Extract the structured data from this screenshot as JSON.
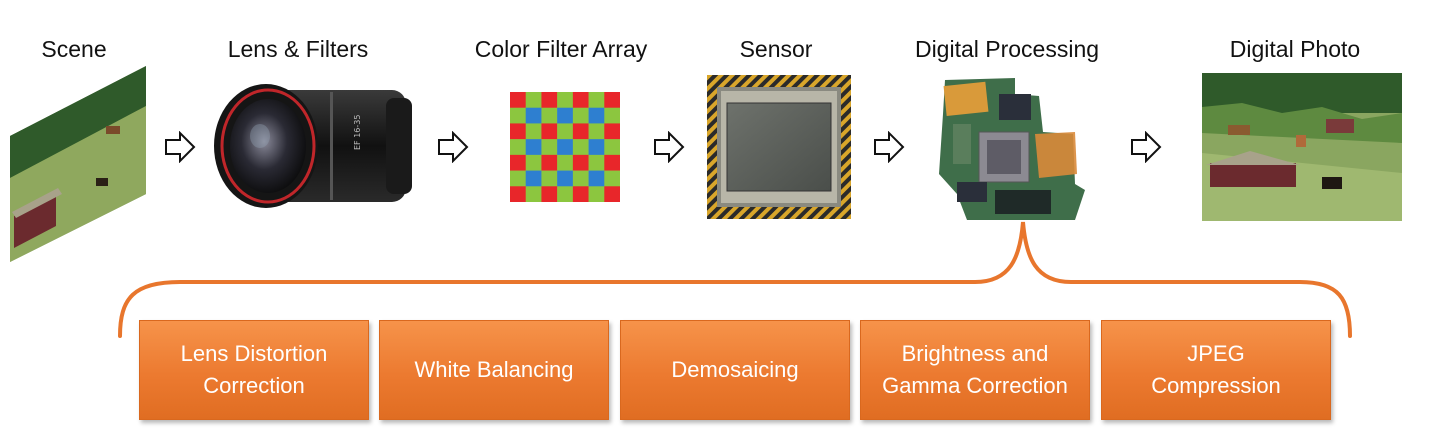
{
  "stages": [
    {
      "label": "Scene"
    },
    {
      "label": "Lens & Filters"
    },
    {
      "label": "Color Filter Array"
    },
    {
      "label": "Sensor"
    },
    {
      "label": "Digital Processing"
    },
    {
      "label": "Digital Photo"
    }
  ],
  "processing_steps": [
    {
      "label": "Lens Distortion\nCorrection"
    },
    {
      "label": "White Balancing"
    },
    {
      "label": "Demosaicing"
    },
    {
      "label": "Brightness and\nGamma Correction"
    },
    {
      "label": "JPEG\nCompression"
    }
  ],
  "colors": {
    "accent": "#e8762d",
    "step_fill": "#ec7a30",
    "cfa_red": "#e8262a",
    "cfa_green": "#8cc63f",
    "cfa_blue": "#2e7fd0"
  },
  "icons": [
    "scene-photo-icon",
    "camera-lens-icon",
    "color-filter-array-icon",
    "image-sensor-icon",
    "circuit-board-icon",
    "digital-photo-icon",
    "arrow-right-icon"
  ]
}
